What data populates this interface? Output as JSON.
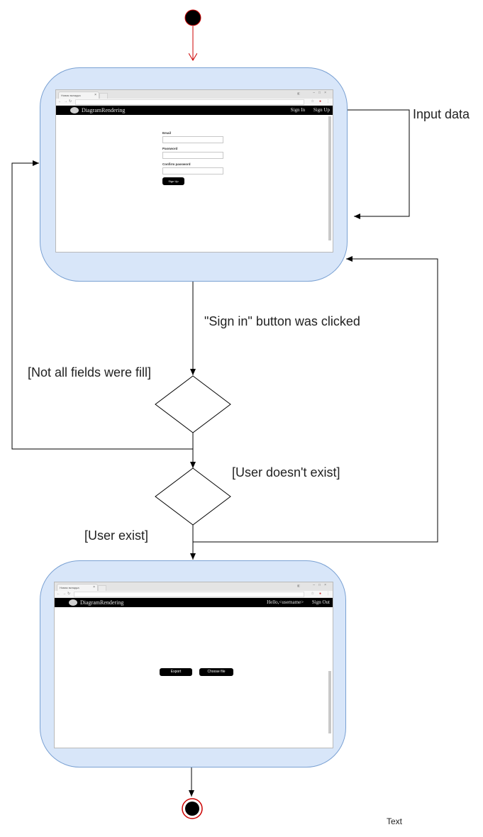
{
  "labels": {
    "input_data": "Input data",
    "sign_in_clicked": "\"Sign in\" button was clicked",
    "not_all_fields": "[Not all fields were fill]",
    "user_not_exist": "[User doesn't exist]",
    "user_exist": "[User exist]",
    "text": "Text"
  },
  "signup_screen": {
    "tab_title": "Новая вкладка",
    "brand": "DiagramRendering",
    "nav_sign_in": "Sign In",
    "nav_sign_up": "Sign Up",
    "email_label": "Email",
    "password_label": "Password",
    "confirm_label": "Confirm password",
    "signup_button": "Sign Up"
  },
  "main_screen": {
    "tab_title": "Новая вкладка",
    "brand": "DiagramRendering",
    "greeting": "Hello,<username>",
    "sign_out": "Sign Out",
    "export_button": "Export",
    "choose_file_button": "Choose file"
  },
  "colors": {
    "state_fill": "#d8e6f9",
    "state_stroke": "#7aa1d3",
    "start_arrow": "#cc0000",
    "end_ring": "#cc0000",
    "connector": "#000000"
  }
}
